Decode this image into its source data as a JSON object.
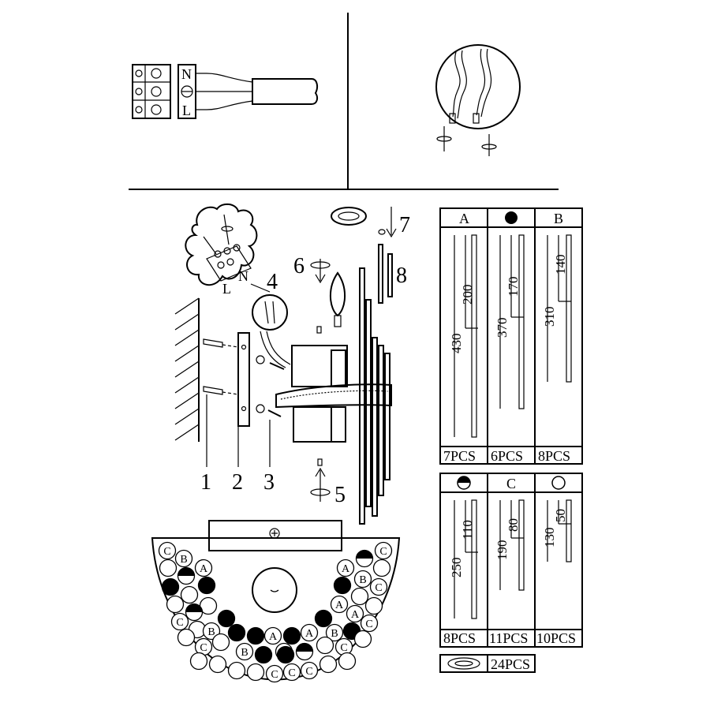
{
  "wiring": {
    "terminal_labels": [
      "N",
      "⏚",
      "L"
    ]
  },
  "callouts": {
    "n1": "1",
    "n2": "2",
    "n3": "3",
    "n4": "4",
    "n5": "5",
    "n6": "6",
    "n7": "7",
    "n8": "8"
  },
  "inset_terminal": {
    "n_label": "N",
    "l_label": "L"
  },
  "parts_table": {
    "headers_top": [
      "A",
      "",
      "B"
    ],
    "headers_top_icons": [
      "none",
      "filled-circle",
      "none"
    ],
    "top_dims": [
      {
        "total": "430",
        "inner": "200"
      },
      {
        "total": "370",
        "inner": "170"
      },
      {
        "total": "310",
        "inner": "140"
      }
    ],
    "top_qty": [
      "7PCS",
      "6PCS",
      "8PCS"
    ],
    "headers_bottom": [
      "",
      "C",
      ""
    ],
    "headers_bottom_icons": [
      "half-filled-circle",
      "none",
      "open-circle"
    ],
    "bottom_dims": [
      {
        "total": "250",
        "inner": "110"
      },
      {
        "total": "190",
        "inner": "80"
      },
      {
        "total": "130",
        "inner": "50"
      }
    ],
    "bottom_qty": [
      "8PCS",
      "11PCS",
      "10PCS"
    ],
    "ring_qty": "24PCS"
  },
  "layout_plan": {
    "circle_labels": {
      "A": "A",
      "B": "B",
      "C": "C"
    }
  }
}
